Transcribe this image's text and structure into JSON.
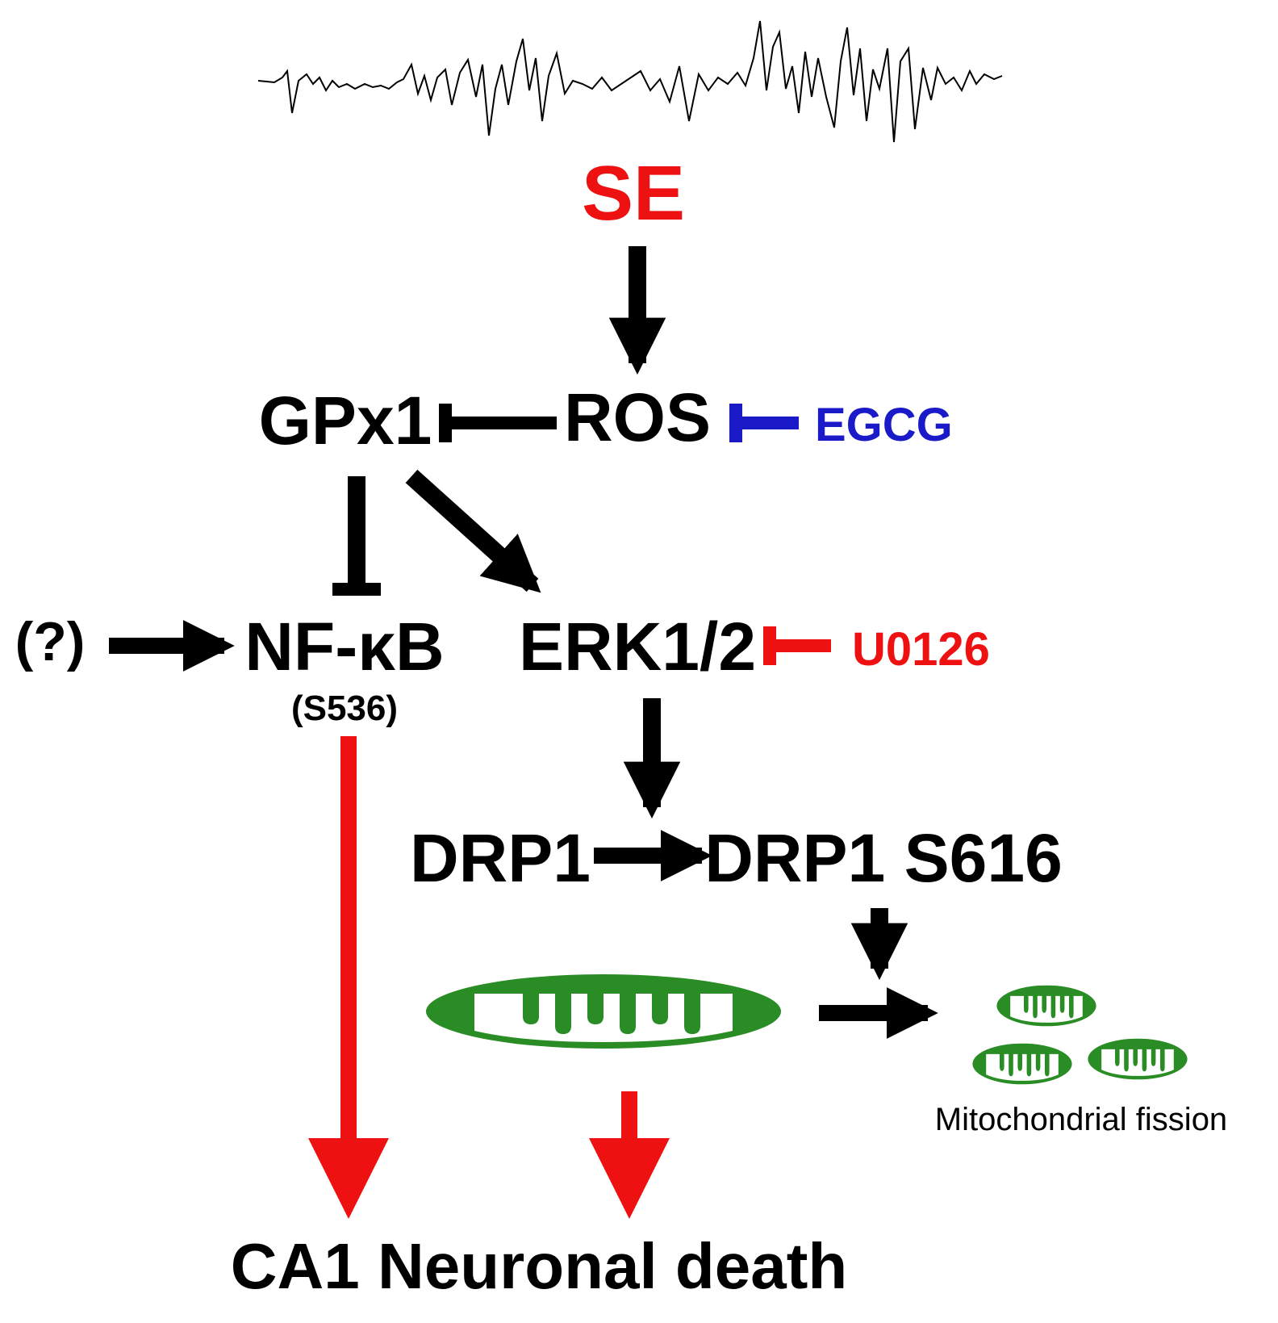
{
  "nodes": {
    "se": "SE",
    "ros": "ROS",
    "gpx1": "GPx1",
    "egcg": "EGCG",
    "unknown": "(?)",
    "nfkb": "NF-κB",
    "nfkb_site": "(S536)",
    "erk": "ERK1/2",
    "u0126": "U0126",
    "drp1": "DRP1",
    "drp1_s616": "DRP1 S616",
    "fission": "Mitochondrial fission",
    "death": "CA1 Neuronal death"
  },
  "colors": {
    "se": "#ee1111",
    "egcg": "#1a1ac8",
    "u0126": "#ee1111",
    "death_arrows": "#ee1111",
    "mitochondria": "#2a8c24",
    "arrows": "#000000"
  },
  "icons": {
    "eeg_trace": "eeg-trace-icon",
    "mitochondrion": "mitochondrion-icon"
  }
}
